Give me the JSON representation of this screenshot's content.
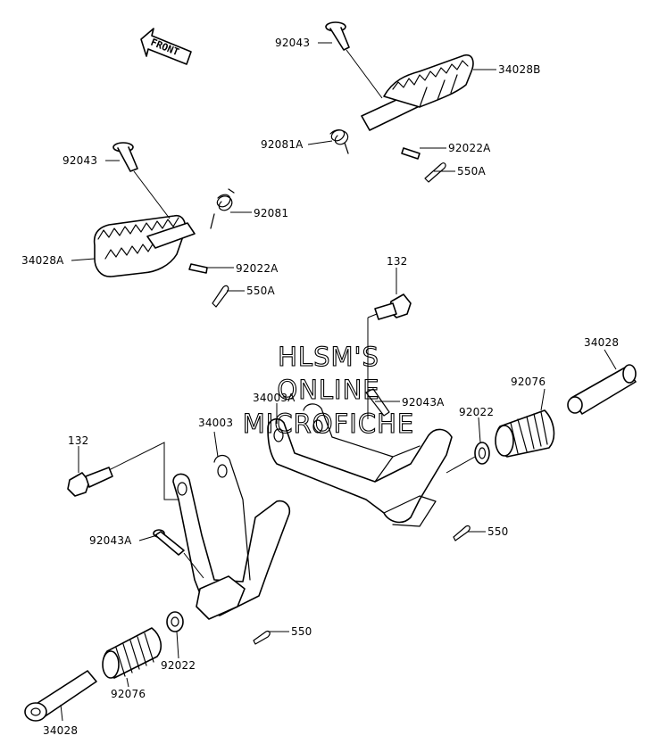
{
  "labels": {
    "front": "FRONT",
    "p_92043_top": "92043",
    "p_34028B": "34028B",
    "p_92081A": "92081A",
    "p_92022A_top": "92022A",
    "p_550A_top": "550A",
    "p_92043_left": "92043",
    "p_92081": "92081",
    "p_34028A": "34028A",
    "p_92022A_left": "92022A",
    "p_550A_left": "550A",
    "p_132_top": "132",
    "p_34028_right": "34028",
    "p_34003A": "34003A",
    "p_92043A_right": "92043A",
    "p_92076_right": "92076",
    "p_92022_right": "92022",
    "p_34003": "34003",
    "p_132_left": "132",
    "p_550_right": "550",
    "p_92043A_left": "92043A",
    "p_550_left": "550",
    "p_92022_left": "92022",
    "p_92076_left": "92076",
    "p_34028_left": "34028"
  },
  "watermark": {
    "line1": "HLSM'S",
    "line2": "ONLINE",
    "line3": "MICROFICHE"
  }
}
